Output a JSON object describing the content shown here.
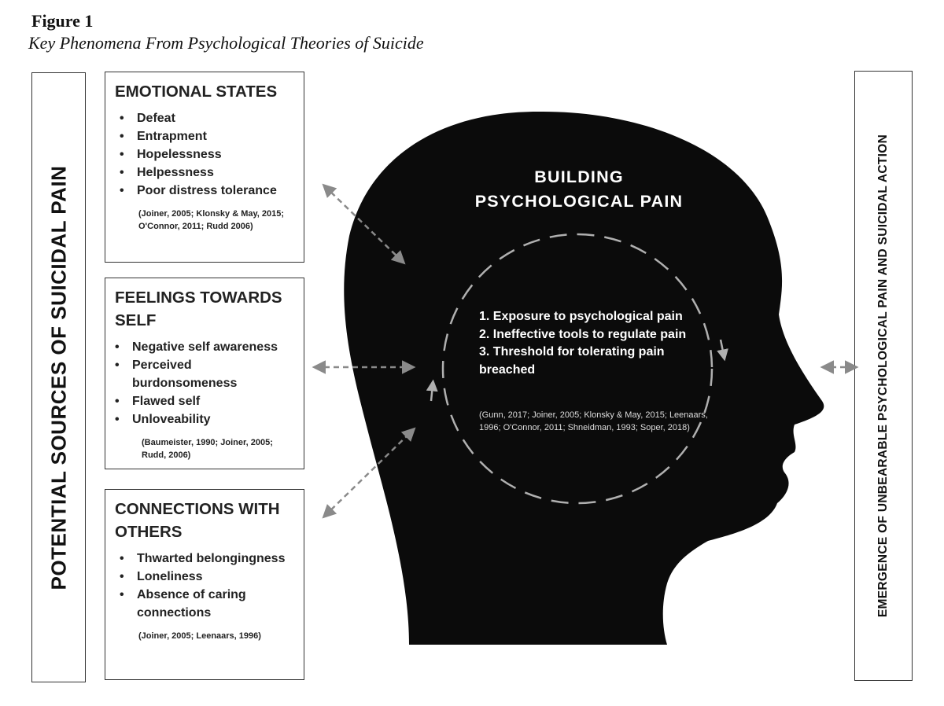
{
  "figure": {
    "label": "Figure 1",
    "title": "Key Phenomena From Psychological Theories of Suicide"
  },
  "left_side_label": "POTENTIAL SOURCES OF SUICIDAL PAIN",
  "right_side_label": "EMERGENCE OF UNBEARABLE PSYCHOLOGICAL PAIN AND SUICIDAL ACTION",
  "boxes": {
    "emotional": {
      "title": "EMOTIONAL STATES",
      "items": [
        "Defeat",
        "Entrapment",
        "Hopelessness",
        "Helpessness",
        "Poor distress tolerance"
      ],
      "citation": "(Joiner, 2005; Klonsky & May, 2015; O'Connor, 2011; Rudd 2006)"
    },
    "self": {
      "title": "FEELINGS TOWARDS SELF",
      "items": [
        "Negative self awareness",
        "Perceived burdonsomeness",
        "Flawed self",
        "Unloveability"
      ],
      "citation": "(Baumeister, 1990; Joiner, 2005; Rudd, 2006)"
    },
    "others": {
      "title": "CONNECTIONS WITH OTHERS",
      "items": [
        "Thwarted belongingness",
        "Loneliness",
        "Absence of caring connections"
      ],
      "citation": "(Joiner, 2005; Leenaars, 1996)"
    }
  },
  "head": {
    "title": "BUILDING PSYCHOLOGICAL PAIN",
    "steps": [
      "1. Exposure to psychological pain",
      "2. Ineffective tools to regulate pain",
      "3. Threshold for tolerating pain breached"
    ],
    "citation": "(Gunn, 2017; Joiner, 2005; Klonsky & May, 2015; Leenaars, 1996; O'Connor, 2011; Shneidman, 1993; Soper, 2018)"
  },
  "colors": {
    "head_fill": "#0b0b0b",
    "arrow": "#8a8a8a",
    "cycle_dash": "#b0b0b0",
    "box_border": "#333333"
  }
}
